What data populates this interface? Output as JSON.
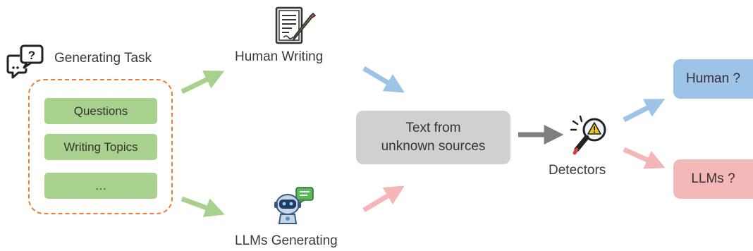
{
  "task": {
    "title": "Generating Task",
    "items": [
      "Questions",
      "Writing Topics",
      "…"
    ]
  },
  "sources": {
    "human": "Human Writing",
    "llm": "LLMs Generating"
  },
  "center": {
    "line1": "Text from",
    "line2": "unknown sources"
  },
  "detector": {
    "label": "Detectors"
  },
  "outputs": {
    "human": "Human ?",
    "llm": "LLMs ?"
  },
  "colors": {
    "green_arrow": "#a9d18e",
    "blue_arrow": "#9dc3e6",
    "pink_arrow": "#f4b6b6",
    "gray_arrow": "#7f7f7f",
    "task_border": "#ed7d31",
    "human_box": "#9dc3e6",
    "llm_box": "#f4b8b8"
  }
}
